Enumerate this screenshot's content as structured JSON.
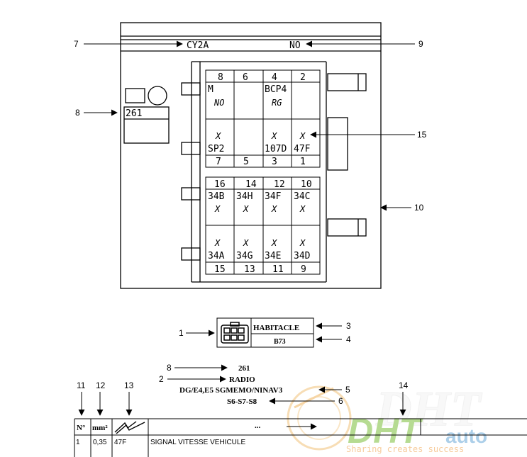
{
  "diagram": {
    "connector_code": "CY2A",
    "connector_color": "NO",
    "number_box": "261",
    "callouts": [
      "1",
      "2",
      "3",
      "4",
      "5",
      "6",
      "7",
      "8",
      "9",
      "10",
      "11",
      "12",
      "13",
      "14",
      "15"
    ],
    "upper_block": {
      "top_pins": [
        "8",
        "6",
        "4",
        "2"
      ],
      "row_a": [
        "M",
        "",
        "BCP4",
        ""
      ],
      "row_b": [
        "NO",
        "",
        "RG",
        ""
      ],
      "row_x": [
        "X",
        "",
        "X",
        "X"
      ],
      "row_c": [
        "SP2",
        "",
        "107D",
        "47F"
      ],
      "bottom_pins": [
        "7",
        "5",
        "3",
        "1"
      ]
    },
    "lower_block": {
      "top_pins": [
        "16",
        "14",
        "12",
        "10"
      ],
      "row_top": [
        "34B",
        "34H",
        "34F",
        "34C"
      ],
      "row_x1": [
        "X",
        "X",
        "X",
        "X"
      ],
      "row_x2": [
        "X",
        "X",
        "X",
        "X"
      ],
      "row_bottom": [
        "34A",
        "34G",
        "34E",
        "34D"
      ],
      "bottom_pins": [
        "15",
        "13",
        "11",
        "9"
      ]
    }
  },
  "legend": {
    "location": "HABITACLE",
    "code": "B73",
    "number": "261",
    "function": "RADIO",
    "equipment": "DG/E4,E5 SGMEMO/NINAV3",
    "options": "S6-S7-S8"
  },
  "wire_table": {
    "headers": [
      "N°",
      "mm²",
      "",
      "..."
    ],
    "rows": [
      [
        "1",
        "0,35",
        "47F",
        "SIGNAL VITESSE VEHICULE"
      ]
    ]
  },
  "watermark": {
    "brand_a": "DHT",
    "brand_b": "auto",
    "tagline": "Sharing creates success"
  }
}
